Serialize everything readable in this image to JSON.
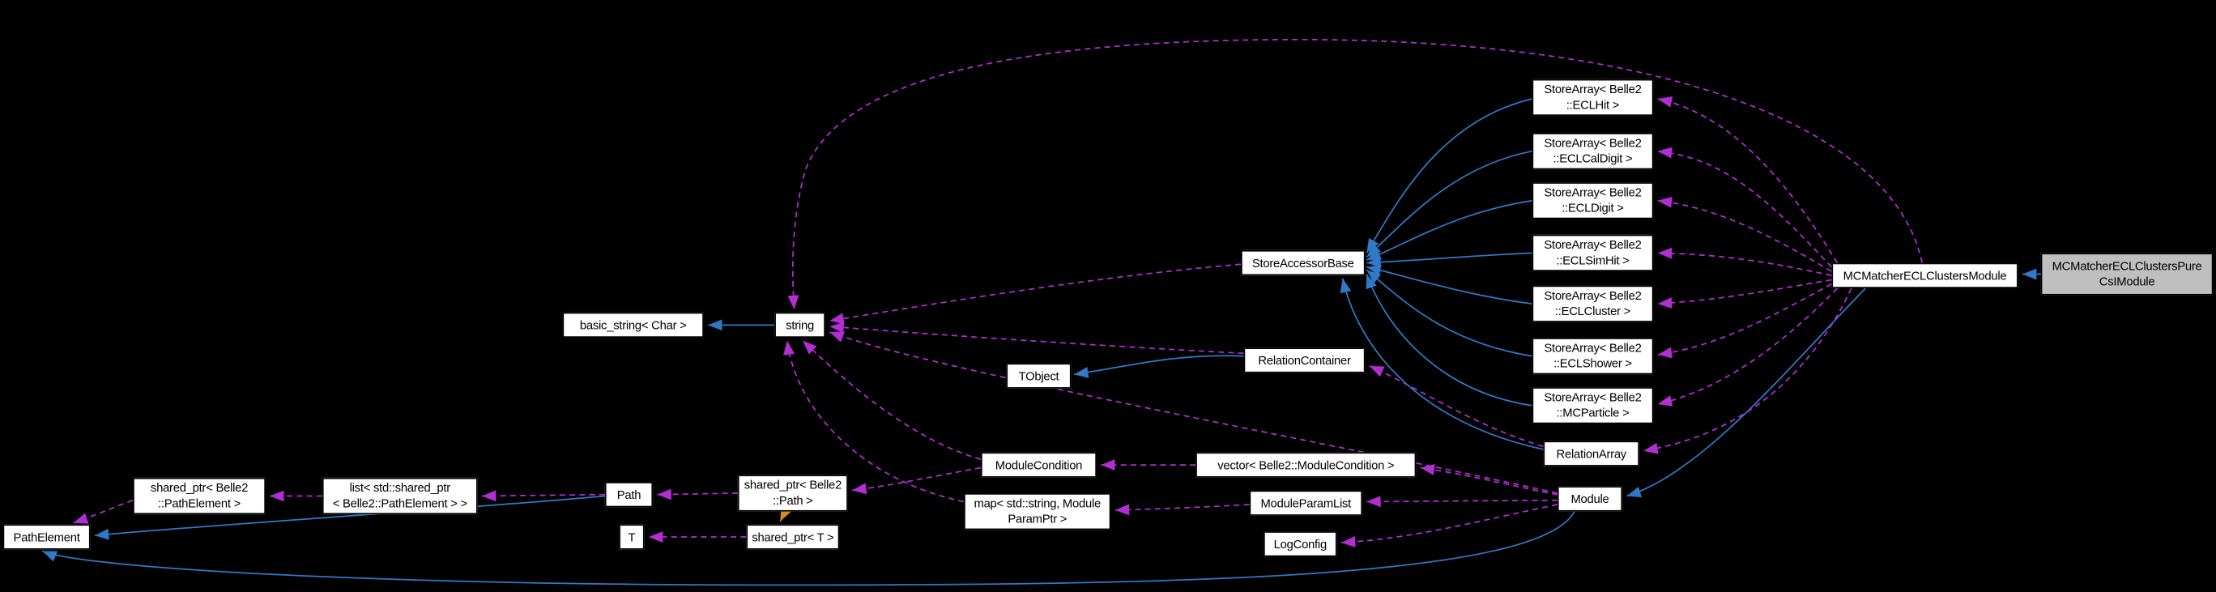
{
  "diagram": {
    "kind": "collaboration-graph",
    "colors": {
      "background": "#000000",
      "node_fill": "#ffffff",
      "node_border": "#000000",
      "highlight_fill": "#bfbfbf",
      "inheritance_edge": "#3178c6",
      "usage_edge": "#b42dd4",
      "template_edge": "#d9881e"
    }
  },
  "nodes": [
    {
      "id": "pathelement",
      "label": "PathElement"
    },
    {
      "id": "shared_ptr_pathelement",
      "label": "shared_ptr< Belle2\n::PathElement >"
    },
    {
      "id": "list_shared_ptr_pathelement",
      "label": "list< std::shared_ptr\n< Belle2::PathElement > >"
    },
    {
      "id": "basic_string",
      "label": "basic_string< Char >"
    },
    {
      "id": "path",
      "label": "Path"
    },
    {
      "id": "t",
      "label": "T"
    },
    {
      "id": "string",
      "label": "string"
    },
    {
      "id": "shared_ptr_path",
      "label": "shared_ptr< Belle2\n::Path >"
    },
    {
      "id": "shared_ptr_t",
      "label": "shared_ptr< T >"
    },
    {
      "id": "tobject",
      "label": "TObject"
    },
    {
      "id": "modulecondition",
      "label": "ModuleCondition"
    },
    {
      "id": "map_moduleparamptr",
      "label": "map< std::string, Module\nParamPtr >"
    },
    {
      "id": "storeaccessorbase",
      "label": "StoreAccessorBase"
    },
    {
      "id": "relationcontainer",
      "label": "RelationContainer"
    },
    {
      "id": "vector_modulecondition",
      "label": "vector< Belle2::ModuleCondition >"
    },
    {
      "id": "moduleparamlist",
      "label": "ModuleParamList"
    },
    {
      "id": "logconfig",
      "label": "LogConfig"
    },
    {
      "id": "storearray_eclhit",
      "label": "StoreArray< Belle2\n::ECLHit >"
    },
    {
      "id": "storearray_eclcaldigit",
      "label": "StoreArray< Belle2\n::ECLCalDigit >"
    },
    {
      "id": "storearray_ecldigit",
      "label": "StoreArray< Belle2\n::ECLDigit >"
    },
    {
      "id": "storearray_eclsimhit",
      "label": "StoreArray< Belle2\n::ECLSimHit >"
    },
    {
      "id": "storearray_eclcluster",
      "label": "StoreArray< Belle2\n::ECLCluster >"
    },
    {
      "id": "storearray_eclshower",
      "label": "StoreArray< Belle2\n::ECLShower >"
    },
    {
      "id": "storearray_mcparticle",
      "label": "StoreArray< Belle2\n::MCParticle >"
    },
    {
      "id": "relationarray",
      "label": "RelationArray"
    },
    {
      "id": "module",
      "label": "Module"
    },
    {
      "id": "mcmatcher_module",
      "label": "MCMatcherECLClustersModule"
    },
    {
      "id": "mcmatcher_pure_module",
      "label": "MCMatcherECLClustersPure\nCsIModule",
      "highlighted": true
    }
  ],
  "edges": {
    "inheritance": [
      [
        "string",
        "basic_string"
      ],
      [
        "relationcontainer",
        "tobject"
      ],
      [
        "storearray_eclhit",
        "storeaccessorbase"
      ],
      [
        "storearray_eclcaldigit",
        "storeaccessorbase"
      ],
      [
        "storearray_ecldigit",
        "storeaccessorbase"
      ],
      [
        "storearray_eclsimhit",
        "storeaccessorbase"
      ],
      [
        "storearray_eclcluster",
        "storeaccessorbase"
      ],
      [
        "storearray_eclshower",
        "storeaccessorbase"
      ],
      [
        "storearray_mcparticle",
        "storeaccessorbase"
      ],
      [
        "relationarray",
        "storeaccessorbase"
      ],
      [
        "mcmatcher_module",
        "module"
      ],
      [
        "mcmatcher_pure_module",
        "mcmatcher_module"
      ],
      [
        "module",
        "pathelement"
      ],
      [
        "path",
        "pathelement"
      ]
    ],
    "usage": [
      [
        "storeaccessorbase",
        "string"
      ],
      [
        "relationcontainer",
        "string"
      ],
      [
        "module",
        "string"
      ],
      [
        "modulecondition",
        "string"
      ],
      [
        "map_moduleparamptr",
        "string"
      ],
      [
        "mcmatcher_module",
        "string"
      ],
      [
        "mcmatcher_module",
        "storearray_eclhit"
      ],
      [
        "mcmatcher_module",
        "storearray_eclcaldigit"
      ],
      [
        "mcmatcher_module",
        "storearray_ecldigit"
      ],
      [
        "mcmatcher_module",
        "storearray_eclsimhit"
      ],
      [
        "mcmatcher_module",
        "storearray_eclcluster"
      ],
      [
        "mcmatcher_module",
        "storearray_eclshower"
      ],
      [
        "mcmatcher_module",
        "storearray_mcparticle"
      ],
      [
        "mcmatcher_module",
        "relationarray"
      ],
      [
        "relationarray",
        "relationcontainer"
      ],
      [
        "module",
        "logconfig"
      ],
      [
        "module",
        "moduleparamlist"
      ],
      [
        "module",
        "vector_modulecondition"
      ],
      [
        "vector_modulecondition",
        "modulecondition"
      ],
      [
        "moduleparamlist",
        "map_moduleparamptr"
      ],
      [
        "modulecondition",
        "shared_ptr_path"
      ],
      [
        "shared_ptr_path",
        "path"
      ],
      [
        "path",
        "list_shared_ptr_pathelement"
      ],
      [
        "list_shared_ptr_pathelement",
        "shared_ptr_pathelement"
      ],
      [
        "shared_ptr_pathelement",
        "pathelement"
      ],
      [
        "shared_ptr_t",
        "t"
      ]
    ],
    "template_instance": [
      [
        "shared_ptr_path",
        "shared_ptr_t"
      ]
    ]
  }
}
